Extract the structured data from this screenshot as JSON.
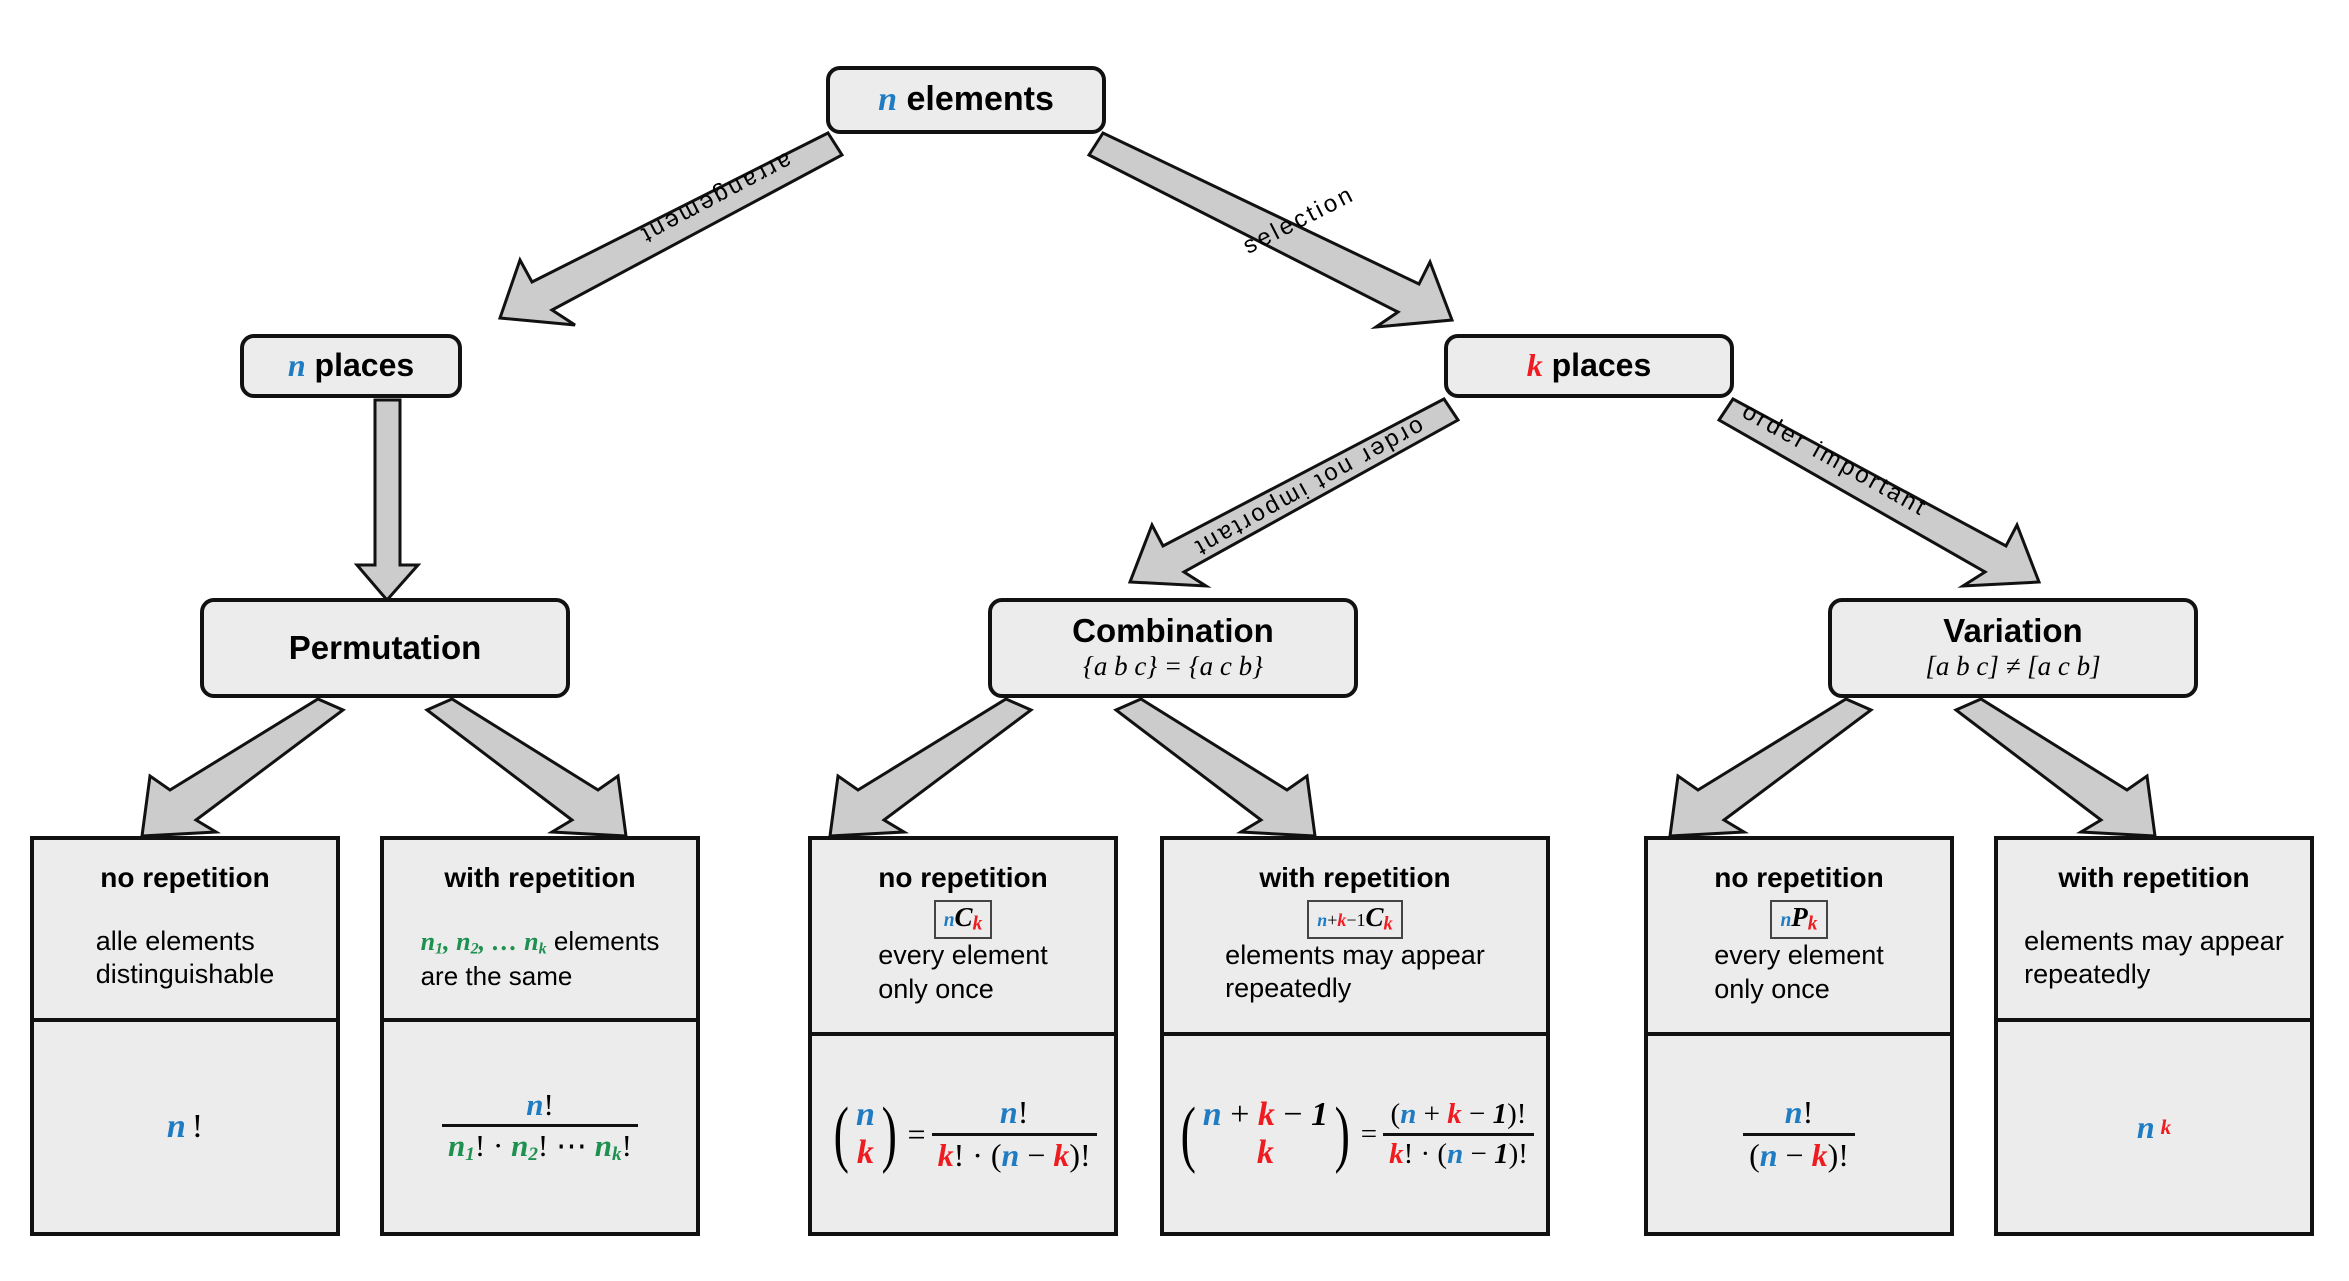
{
  "diagram": {
    "title": "Combinatorics decision tree",
    "colors": {
      "variable_n": "#1f7cc2",
      "variable_k": "#ee1c21",
      "variable_group": "#1e9150",
      "box_fill": "#ececec",
      "box_border": "#111111",
      "arrow_fill": "#cccccc"
    }
  },
  "nodes": {
    "root": {
      "var": "n",
      "label": "elements"
    },
    "n_places": {
      "var": "n",
      "label": "places"
    },
    "k_places": {
      "var": "k",
      "label": "places"
    },
    "permutation": {
      "title": "Permutation",
      "sub": ""
    },
    "combination": {
      "title": "Combination",
      "sub": "{a b c} = {a c b}"
    },
    "variation": {
      "title": "Variation",
      "sub": "[a b c] ≠ [a c b]"
    }
  },
  "edges": [
    {
      "id": "arrangement",
      "label": "arrangement",
      "from": "root",
      "to": "n_places"
    },
    {
      "id": "selection",
      "label": "selection",
      "from": "root",
      "to": "k_places"
    },
    {
      "id": "n-places-to-permutation",
      "label": "",
      "from": "n_places",
      "to": "permutation"
    },
    {
      "id": "order-not-important",
      "label": "order not important",
      "from": "k_places",
      "to": "combination"
    },
    {
      "id": "order-important",
      "label": "order important",
      "from": "k_places",
      "to": "variation"
    },
    {
      "id": "perm-no-rep",
      "label": "",
      "from": "permutation",
      "to": "leaf1"
    },
    {
      "id": "perm-with-rep",
      "label": "",
      "from": "permutation",
      "to": "leaf2"
    },
    {
      "id": "comb-no-rep",
      "label": "",
      "from": "combination",
      "to": "leaf3"
    },
    {
      "id": "comb-with-rep",
      "label": "",
      "from": "combination",
      "to": "leaf4"
    },
    {
      "id": "var-no-rep",
      "label": "",
      "from": "variation",
      "to": "leaf5"
    },
    {
      "id": "var-with-rep",
      "label": "",
      "from": "variation",
      "to": "leaf6"
    }
  ],
  "leaves": [
    {
      "id": "permutation-no-repetition",
      "head": "no repetition",
      "symbol": "",
      "desc": "alle elements\ndistinguishable",
      "formula": "n!"
    },
    {
      "id": "permutation-with-repetition",
      "head": "with repetition",
      "symbol": "",
      "desc": "n₁, n₂, … nₖ elements\nare the same",
      "formula": "n! / (n₁! · n₂! ⋯ nₖ!)"
    },
    {
      "id": "combination-no-repetition",
      "head": "no repetition",
      "symbol": "nCk",
      "desc": "every element\nonly once",
      "formula": "(n choose k) = n! / (k! · (n − k)!)"
    },
    {
      "id": "combination-with-repetition",
      "head": "with repetition",
      "symbol": "n+k−1Ck",
      "desc": "elements may appear\nrepeatedly",
      "formula": "(n + k − 1 choose k) = (n + k − 1)! / (k! · (n − 1)!)"
    },
    {
      "id": "variation-no-repetition",
      "head": "no repetition",
      "symbol": "nPk",
      "desc": "every element\nonly once",
      "formula": "n! / (n − k)!"
    },
    {
      "id": "variation-with-repetition",
      "head": "with repetition",
      "symbol": "",
      "desc": "elements may appear\nrepeatedly",
      "formula": "nᵏ"
    }
  ]
}
